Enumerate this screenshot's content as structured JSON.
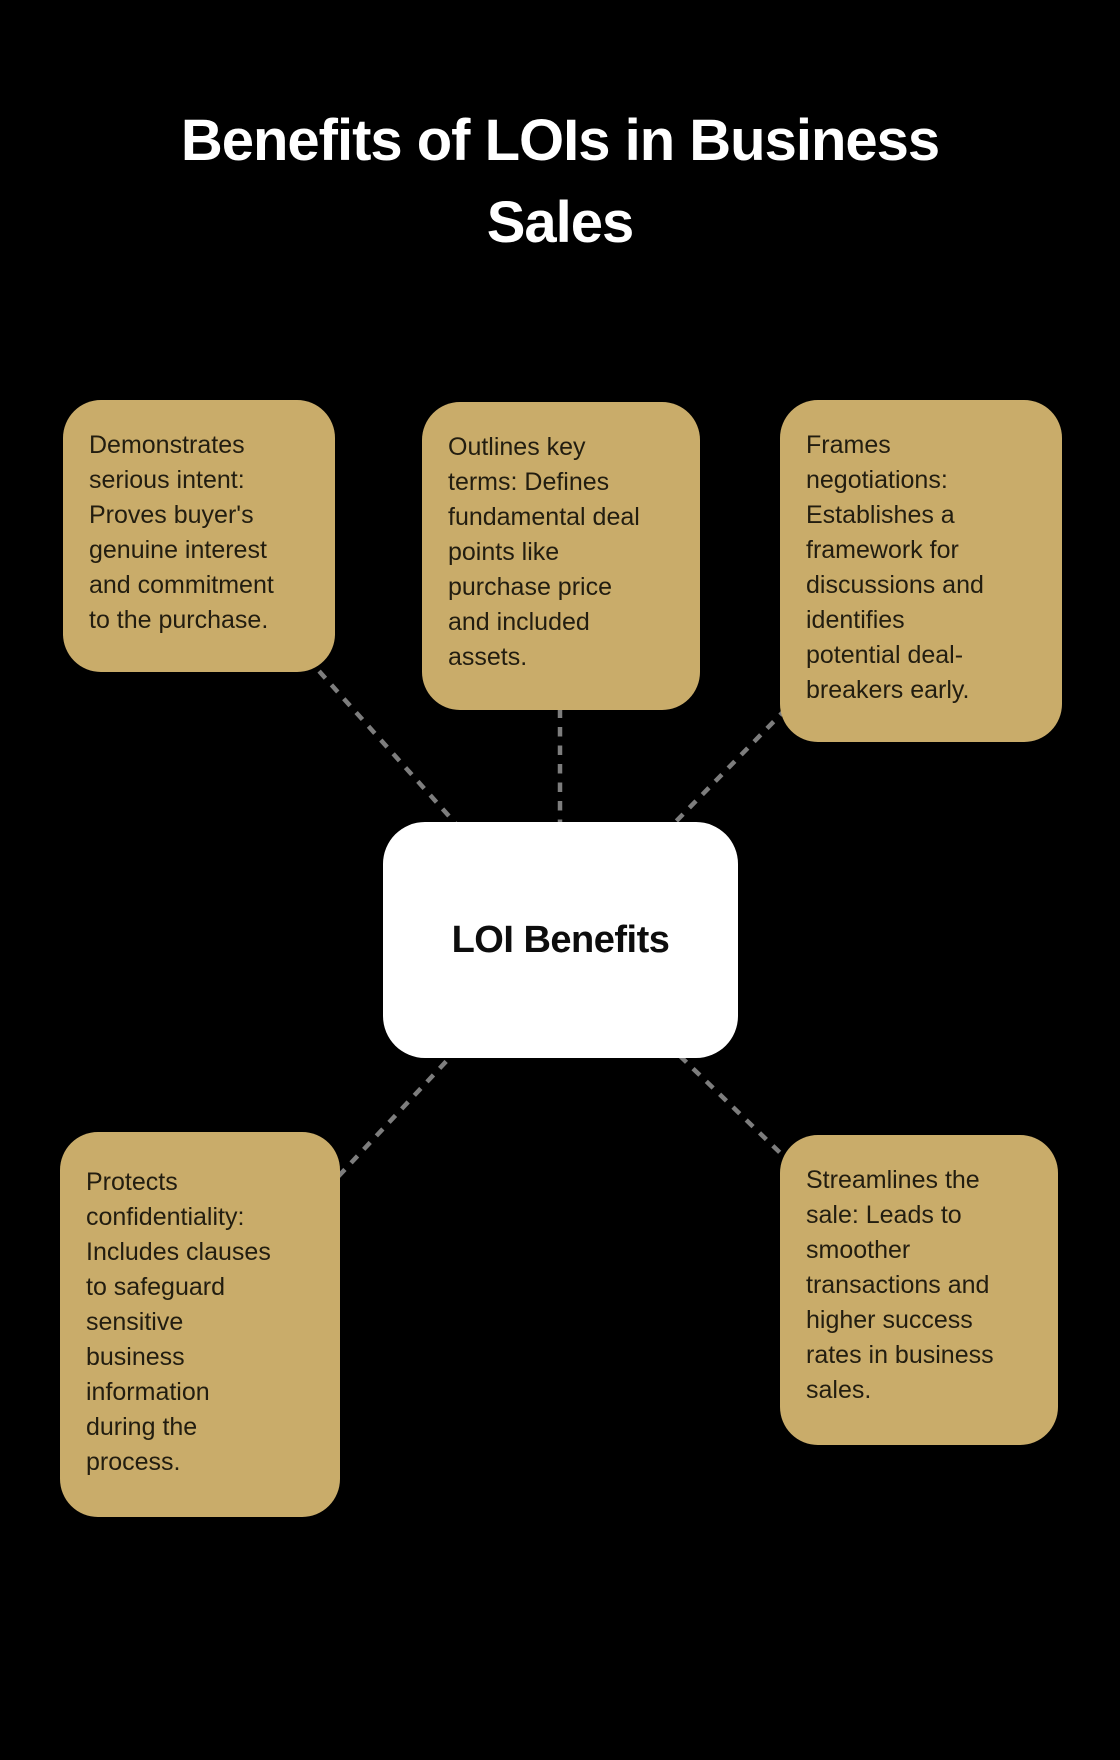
{
  "title": "Benefits of LOIs in Business Sales",
  "center": {
    "label": "LOI Benefits"
  },
  "nodes": [
    {
      "text": "Demonstrates\nserious intent:\nProves buyer's\ngenuine interest\nand commitment\nto the purchase."
    },
    {
      "text": "Outlines key\nterms: Defines\nfundamental deal\npoints like\npurchase price\nand included\nassets."
    },
    {
      "text": "Frames\nnegotiations:\nEstablishes a\nframework for\ndiscussions and\nidentifies\npotential deal-\nbreakers early."
    },
    {
      "text": "Protects\nconfidentiality:\nIncludes clauses\nto safeguard\nsensitive\nbusiness\ninformation\nduring the\nprocess."
    },
    {
      "text": "Streamlines the\nsale: Leads to\nsmoother\ntransactions and\nhigher success\nrates in business\nsales."
    }
  ],
  "colors": {
    "background": "#000000",
    "node_bg": "#C9AC6A",
    "node_text": "#221D10",
    "center_bg": "#FFFFFF",
    "center_text": "#0D0D0D",
    "connector": "#7D7D7D",
    "title_text": "#FFFFFF"
  }
}
